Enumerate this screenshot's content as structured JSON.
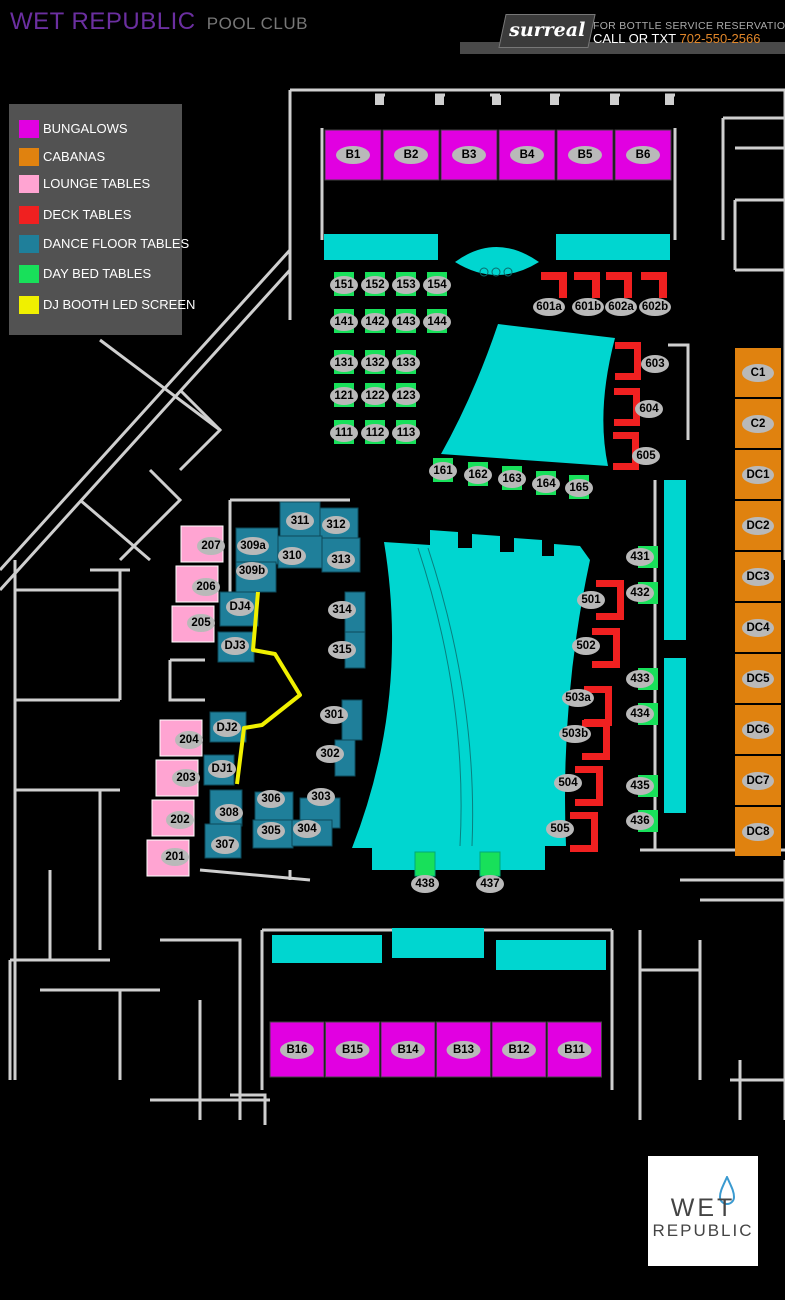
{
  "header": {
    "title": "WET REPUBLIC",
    "subtitle": "POOL CLUB"
  },
  "promo": {
    "logo_text": "surreal",
    "line1": "FOR BOTTLE SERVICE RESERVATIONS",
    "line2": "CALL OR TXT",
    "phone": "702-550-2566"
  },
  "legend": [
    {
      "label": "BUNGALOWS",
      "color": "#e100e1"
    },
    {
      "label": "CABANAS",
      "color": "#e0820f"
    },
    {
      "label": "LOUNGE TABLES",
      "color": "#ffa4d2"
    },
    {
      "label": "DECK TABLES",
      "color": "#f02020"
    },
    {
      "label": "DANCE FLOOR TABLES",
      "color": "#1f7f9a"
    },
    {
      "label": "DAY BED TABLES",
      "color": "#18e05a"
    },
    {
      "label": "DJ BOOTH LED SCREEN",
      "color": "#f0f000"
    }
  ],
  "colors": {
    "pool": "#00d6d0",
    "bungalow": "#e100e1",
    "cabana": "#e0820f",
    "lounge": "#ffa4d2",
    "deck": "#f02020",
    "dance": "#1f7f9a",
    "daybed": "#18e05a",
    "dj_screen": "#f0f000",
    "label_oval": "#b9b9b9",
    "walls": "#cfcfcf"
  },
  "tables": {
    "bungalows_top": [
      "B1",
      "B2",
      "B3",
      "B4",
      "B5",
      "B6"
    ],
    "bungalows_bottom": [
      "B16",
      "B15",
      "B14",
      "B13",
      "B12",
      "B11"
    ],
    "cabanas": [
      "C1",
      "C2",
      "DC1",
      "DC2",
      "DC3",
      "DC4",
      "DC5",
      "DC6",
      "DC7",
      "DC8"
    ],
    "daybeds_grid": [
      [
        "151",
        "152",
        "153",
        "154"
      ],
      [
        "141",
        "142",
        "143",
        "144"
      ],
      [
        "131",
        "132",
        "133"
      ],
      [
        "121",
        "122",
        "123"
      ],
      [
        "111",
        "112",
        "113"
      ]
    ],
    "daybeds_row": [
      "161",
      "162",
      "163",
      "164",
      "165"
    ],
    "daybeds_right": [
      "431",
      "432",
      "433",
      "434",
      "435",
      "436"
    ],
    "daybeds_bottom": [
      "438",
      "437"
    ],
    "deck_top": [
      "601a",
      "601b",
      "602a",
      "602b"
    ],
    "deck_right": [
      "603",
      "604",
      "605"
    ],
    "deck_lower": [
      "501",
      "502",
      "503a",
      "503b",
      "504",
      "505"
    ],
    "lounge": [
      "207",
      "206",
      "205",
      "204",
      "203",
      "202",
      "201"
    ],
    "dance": [
      "311",
      "312",
      "309a",
      "310",
      "313",
      "309b",
      "314",
      "315",
      "301",
      "302",
      "306",
      "303",
      "305",
      "304",
      "308",
      "307"
    ],
    "dj": [
      "DJ4",
      "DJ3",
      "DJ2",
      "DJ1"
    ]
  },
  "logo": {
    "line1": "WET",
    "line2": "REPUBLIC"
  }
}
